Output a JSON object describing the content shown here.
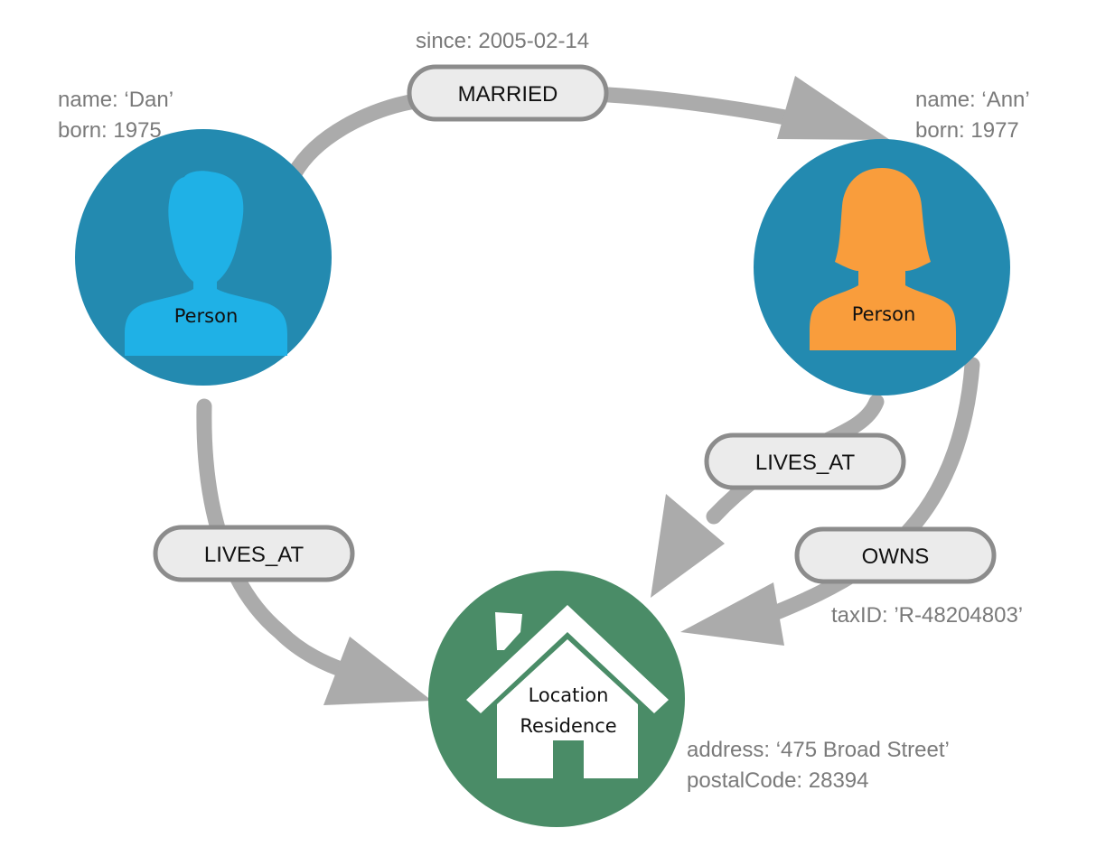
{
  "colors": {
    "person_node": "#238ab0",
    "dan_silhouette": "#1fb1e6",
    "ann_silhouette": "#f99d3c",
    "location_node": "#4a8c67",
    "edge": "#ababab",
    "pill_fill": "#ebebeb",
    "pill_stroke": "#8c8c8c",
    "property_text": "#7a7a7a"
  },
  "nodes": {
    "dan": {
      "label": "Person",
      "icon": "male-person-icon",
      "props": [
        "name: ‘Dan’",
        "born: 1975"
      ]
    },
    "ann": {
      "label": "Person",
      "icon": "female-person-icon",
      "props": [
        "name: ‘Ann’",
        "born: 1977"
      ]
    },
    "location": {
      "labels": [
        "Location",
        "Residence"
      ],
      "icon": "house-icon",
      "props": [
        "address: ‘475 Broad Street’",
        "postalCode: 28394"
      ]
    }
  },
  "relationships": {
    "married": {
      "type": "MARRIED",
      "props": [
        "since: 2005-02-14"
      ]
    },
    "dan_lives_at": {
      "type": "LIVES_AT"
    },
    "ann_lives_at": {
      "type": "LIVES_AT"
    },
    "owns": {
      "type": "OWNS",
      "props": [
        "taxID: ’R-48204803’"
      ]
    }
  }
}
